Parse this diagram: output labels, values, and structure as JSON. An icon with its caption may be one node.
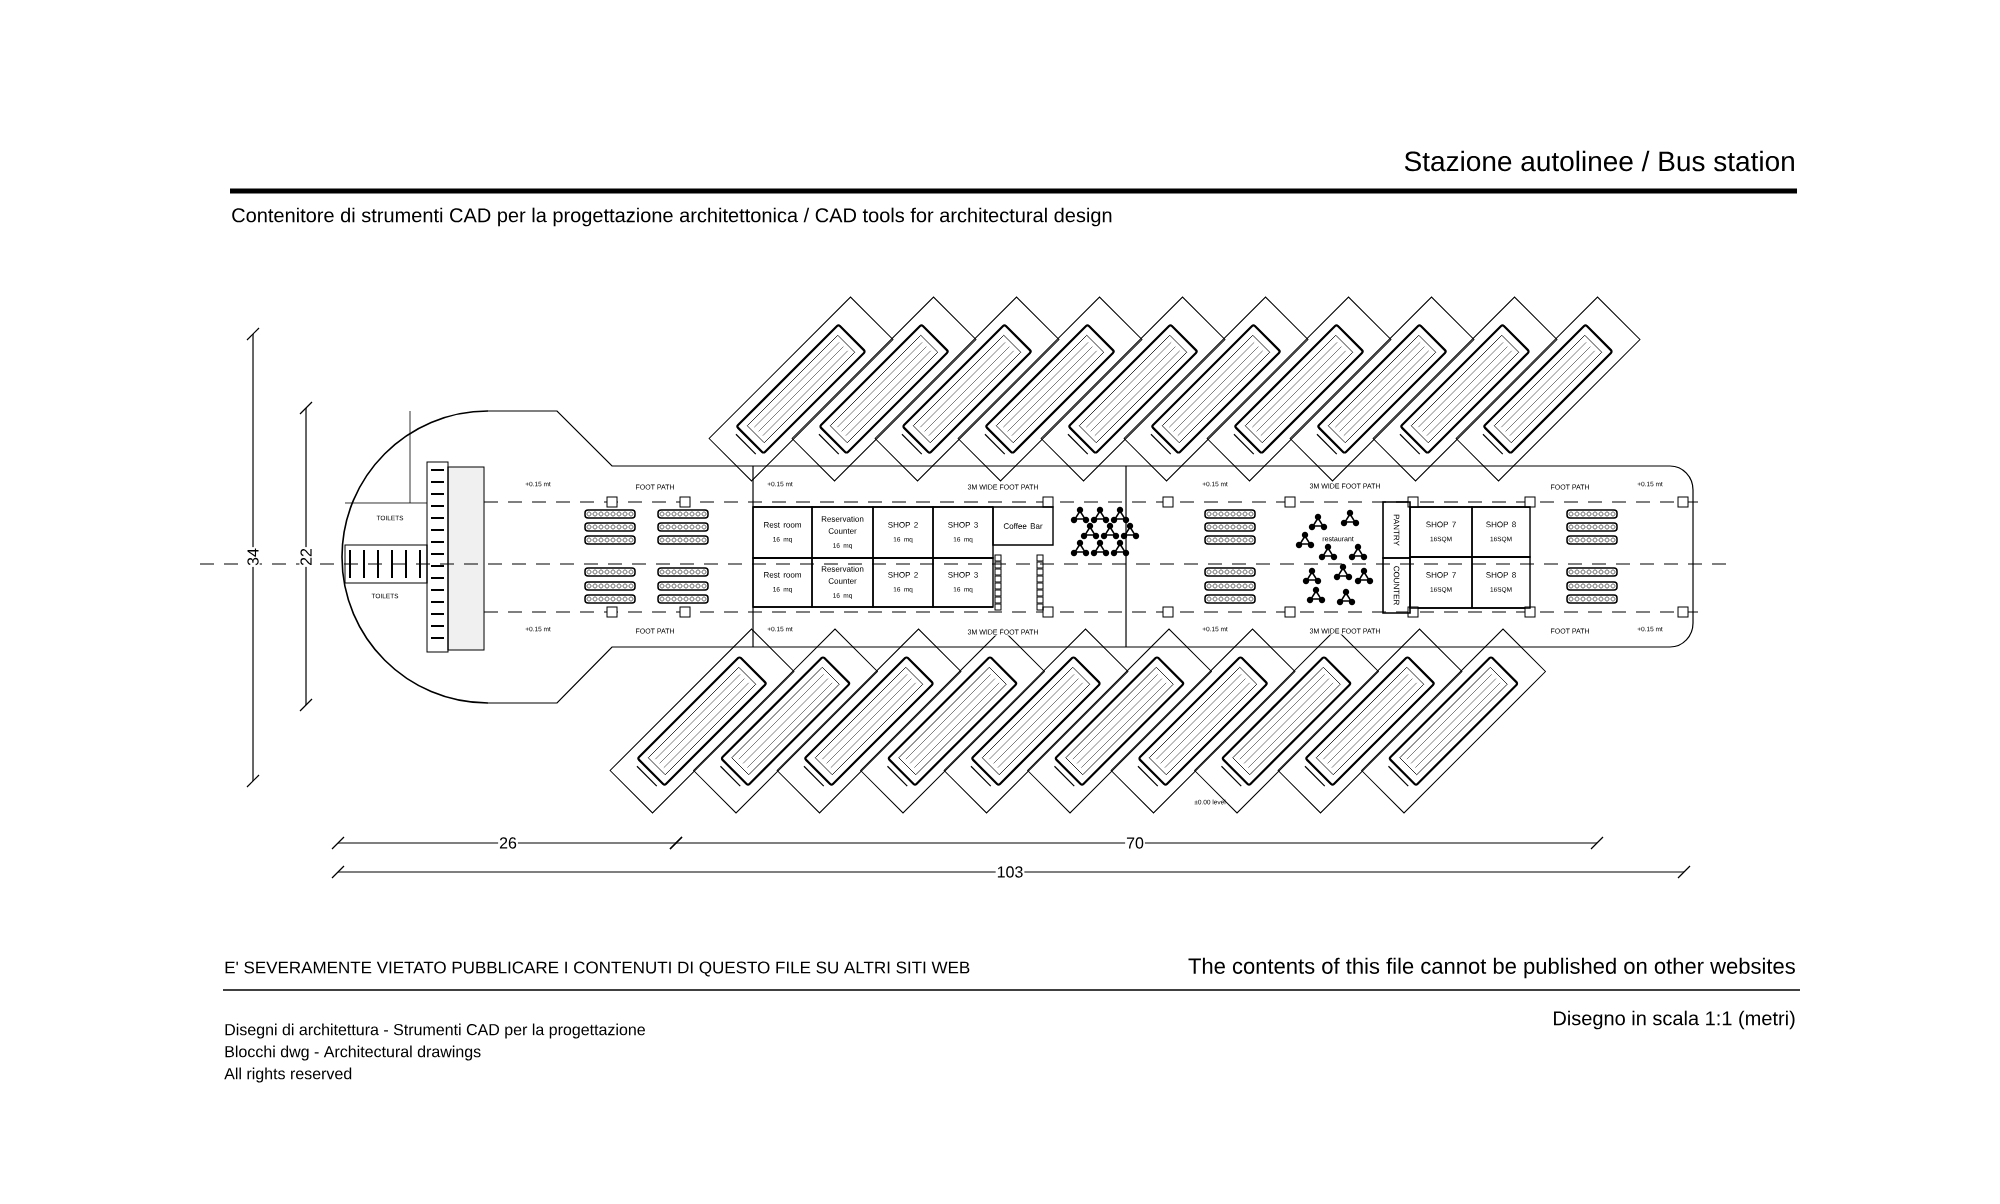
{
  "diagram": {
    "title": "Stazione autolinee  /  Bus station",
    "nodes": [
      {
        "text": [
          "Rest room",
          "16 mq"
        ]
      },
      {
        "text": [
          "Reservation Counter",
          "16 mq"
        ]
      },
      {
        "text": [
          "SHOP 2",
          "16 mq"
        ]
      },
      {
        "text": [
          "SHOP 3",
          "16 mq"
        ]
      },
      {
        "text": [
          "Coffee Bar"
        ]
      },
      {
        "text": [
          "PANTRY"
        ]
      },
      {
        "text": [
          "SHOP 7",
          "16SQM"
        ]
      },
      {
        "text": [
          "SHOP 8",
          "16SQM"
        ]
      },
      {
        "text": [
          "Rest room",
          "16 mq"
        ]
      },
      {
        "text": [
          "Reservation Counter",
          "16 mq"
        ]
      },
      {
        "text": [
          "SHOP 2",
          "16 mq"
        ]
      },
      {
        "text": [
          "SHOP 3",
          "16 mq"
        ]
      },
      {
        "text": [
          "COUNTER"
        ]
      },
      {
        "text": [
          "SHOP 7",
          "16SQM"
        ]
      },
      {
        "text": [
          "SHOP 8",
          "16SQM"
        ]
      }
    ],
    "labels": [
      "Contenitore di strumenti CAD per la progettazione architettonica  /  CAD tools for architectural design",
      "+0.15 mt",
      "FOOT PATH",
      "+0.15 mt",
      "3M WIDE FOOT PATH",
      "+0.15 mt",
      "3M WIDE FOOT PATH",
      "FOOT PATH",
      "+0.15 mt",
      "TOILETS",
      "restaurant",
      "TOILETS",
      "+0.15 mt",
      "FOOT PATH",
      "+0.15 mt",
      "3M WIDE FOOT PATH",
      "+0.15 mt",
      "3M WIDE FOOT PATH",
      "FOOT PATH",
      "+0.15 mt",
      "±0.00 level",
      "34",
      "22",
      "26",
      "70",
      "103",
      "E' SEVERAMENTE VIETATO PUBBLICARE I CONTENUTI DI QUESTO FILE SU ALTRI SITI WEB",
      "The contents of this file cannot be published on other websites",
      "Disegni di architettura - Strumenti CAD  per la progettazione",
      "Blocchi dwg - Architectural drawings",
      "All rights reserved",
      "Disegno in scala 1:1 (metri)"
    ]
  }
}
